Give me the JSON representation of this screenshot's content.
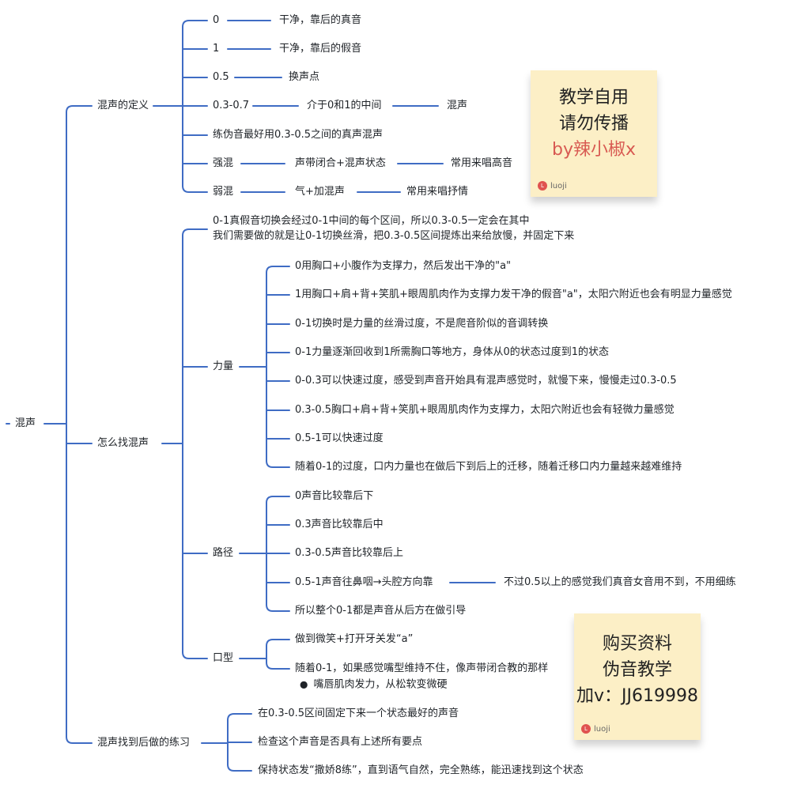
{
  "root": "混声",
  "l1": [
    "混声的定义",
    "怎么找混声",
    "混声找到后做的练习"
  ],
  "def": {
    "c0": [
      "0",
      "干净，靠后的真音"
    ],
    "c1": [
      "1",
      "干净，靠后的假音"
    ],
    "c05": [
      "0.5",
      "换声点"
    ],
    "c0307": [
      "0.3-0.7",
      "介于0和1的中间",
      "混声"
    ],
    "tip": "练伪音最好用0.3-0.5之间的真声混声",
    "strong": [
      "强混",
      "声带闭合+混声状态",
      "常用来唱高音"
    ],
    "weak": [
      "弱混",
      "气+加混声",
      "常用来唱抒情"
    ]
  },
  "find": {
    "intro": [
      "0-1真假音切换会经过0-1中间的每个区间，所以0.3-0.5一定会在其中",
      "我们需要做的就是让0-1切换丝滑，把0.3-0.5区间提炼出来给放慢，并固定下来"
    ],
    "power_label": "力量",
    "power": [
      "0用胸口+小腹作为支撑力，然后发出干净的\"a\"",
      "1用胸口+肩+背+笑肌+眼周肌肉作为支撑力发干净的假音\"a\"，太阳穴附近也会有明显力量感觉",
      "0-1切换时是力量的丝滑过度，不是爬音阶似的音调转换",
      "0-1力量逐渐回收到1所需胸口等地方，身体从0的状态过度到1的状态",
      "0-0.3可以快速过度，感受到声音开始具有混声感觉时，就慢下来，慢慢走过0.3-0.5",
      "0.3-0.5胸口+肩+背+笑肌+眼周肌肉作为支撑力，太阳穴附近也会有轻微力量感觉",
      "0.5-1可以快速过度",
      "随着0-1的过度，口内力量也在做后下到后上的迁移，随着迁移口内力量越来越难维持"
    ],
    "path_label": "路径",
    "path": [
      "0声音比较靠后下",
      "0.3声音比较靠后中",
      "0.3-0.5声音比较靠后上",
      "0.5-1声音往鼻咽→头腔方向靠",
      "所以整个0-1都是声音从后方在做引导"
    ],
    "path_note": "不过0.5以上的感觉我们真音女音用不到，不用细练",
    "mouth_label": "口型",
    "mouth": [
      "做到微笑+打开牙关发“a”",
      "随着0-1，如果感觉嘴型维持不住，像声带闭合教的那样"
    ],
    "mouth_bullet": "嘴唇肌肉发力，从松软变微硬"
  },
  "practice": [
    "在0.3-0.5区间固定下来一个状态最好的声音",
    "检查这个声音是否具有上述所有要点",
    "保持状态发“撒娇8练”，直到语气自然，完全熟练，能迅速找到这个状态"
  ],
  "notes": {
    "top": [
      "教学自用",
      "请勿传播",
      "by辣小椒x"
    ],
    "bottom": [
      "购买资料",
      "伪音教学",
      "加v：JJ619998"
    ],
    "brand": "luoji",
    "logo": "L"
  },
  "colors": {
    "line": "#3f6cc4",
    "note_bg": "#fcefc6",
    "accent": "#d85a52"
  }
}
